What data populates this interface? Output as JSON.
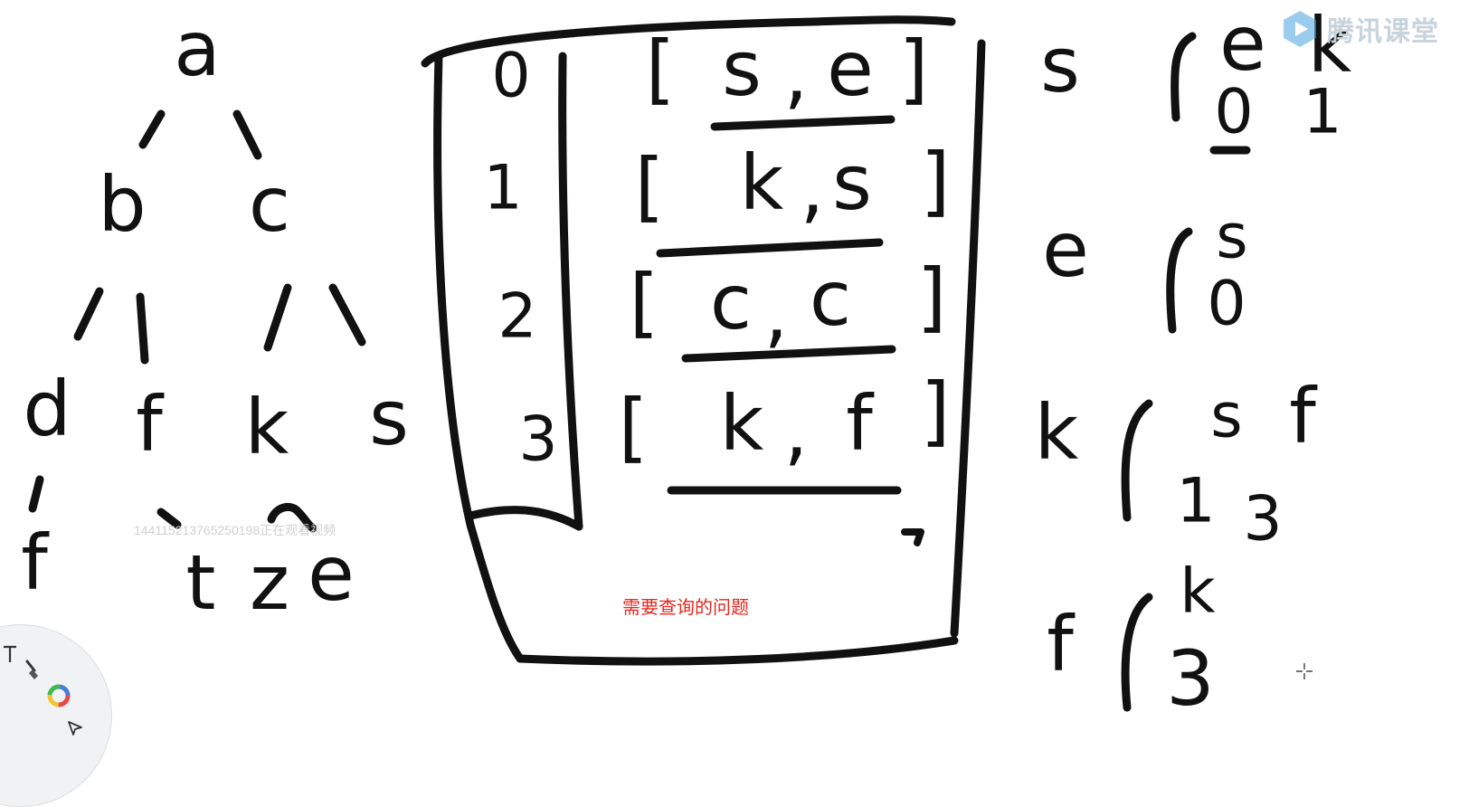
{
  "tree": {
    "root": "a",
    "level2": [
      "b",
      "c"
    ],
    "level3": [
      "d",
      "f",
      "k",
      "s"
    ],
    "level4": [
      "f",
      "t",
      "z",
      "e"
    ]
  },
  "query_table": {
    "indices": [
      "0",
      "1",
      "2",
      "3"
    ],
    "rows": [
      {
        "open": "[",
        "first": "s",
        "sep": ",",
        "second": "e",
        "close": "]"
      },
      {
        "open": "[",
        "first": "k",
        "sep": ",",
        "second": "s",
        "close": "]"
      },
      {
        "open": "[",
        "first": "c",
        "sep": ",",
        "second": "c",
        "close": "]"
      },
      {
        "open": "[",
        "first": "k",
        "sep": ",",
        "second": "f",
        "close": "]"
      }
    ]
  },
  "lookup": [
    {
      "node": "s",
      "partners": [
        "e",
        "k"
      ],
      "indices": [
        "0",
        "1"
      ]
    },
    {
      "node": "e",
      "partners": [
        "s"
      ],
      "indices": [
        "0"
      ]
    },
    {
      "node": "k",
      "partners": [
        "s",
        "f"
      ],
      "indices": [
        "1",
        "3"
      ]
    },
    {
      "node": "f",
      "partners": [
        "k"
      ],
      "indices": [
        "3"
      ]
    }
  ],
  "brand": {
    "name": "腾讯课堂",
    "color": "#c9d3dc",
    "accent": "#4aa3df"
  },
  "viewer_watermark": "144115213765250198正在观看视频",
  "caption": "需要查询的问题",
  "caption_color": "#e8261c",
  "toolbar": {
    "tools": [
      "text-tool-icon",
      "brush-icon",
      "color-wheel-icon",
      "pointer-icon"
    ]
  }
}
